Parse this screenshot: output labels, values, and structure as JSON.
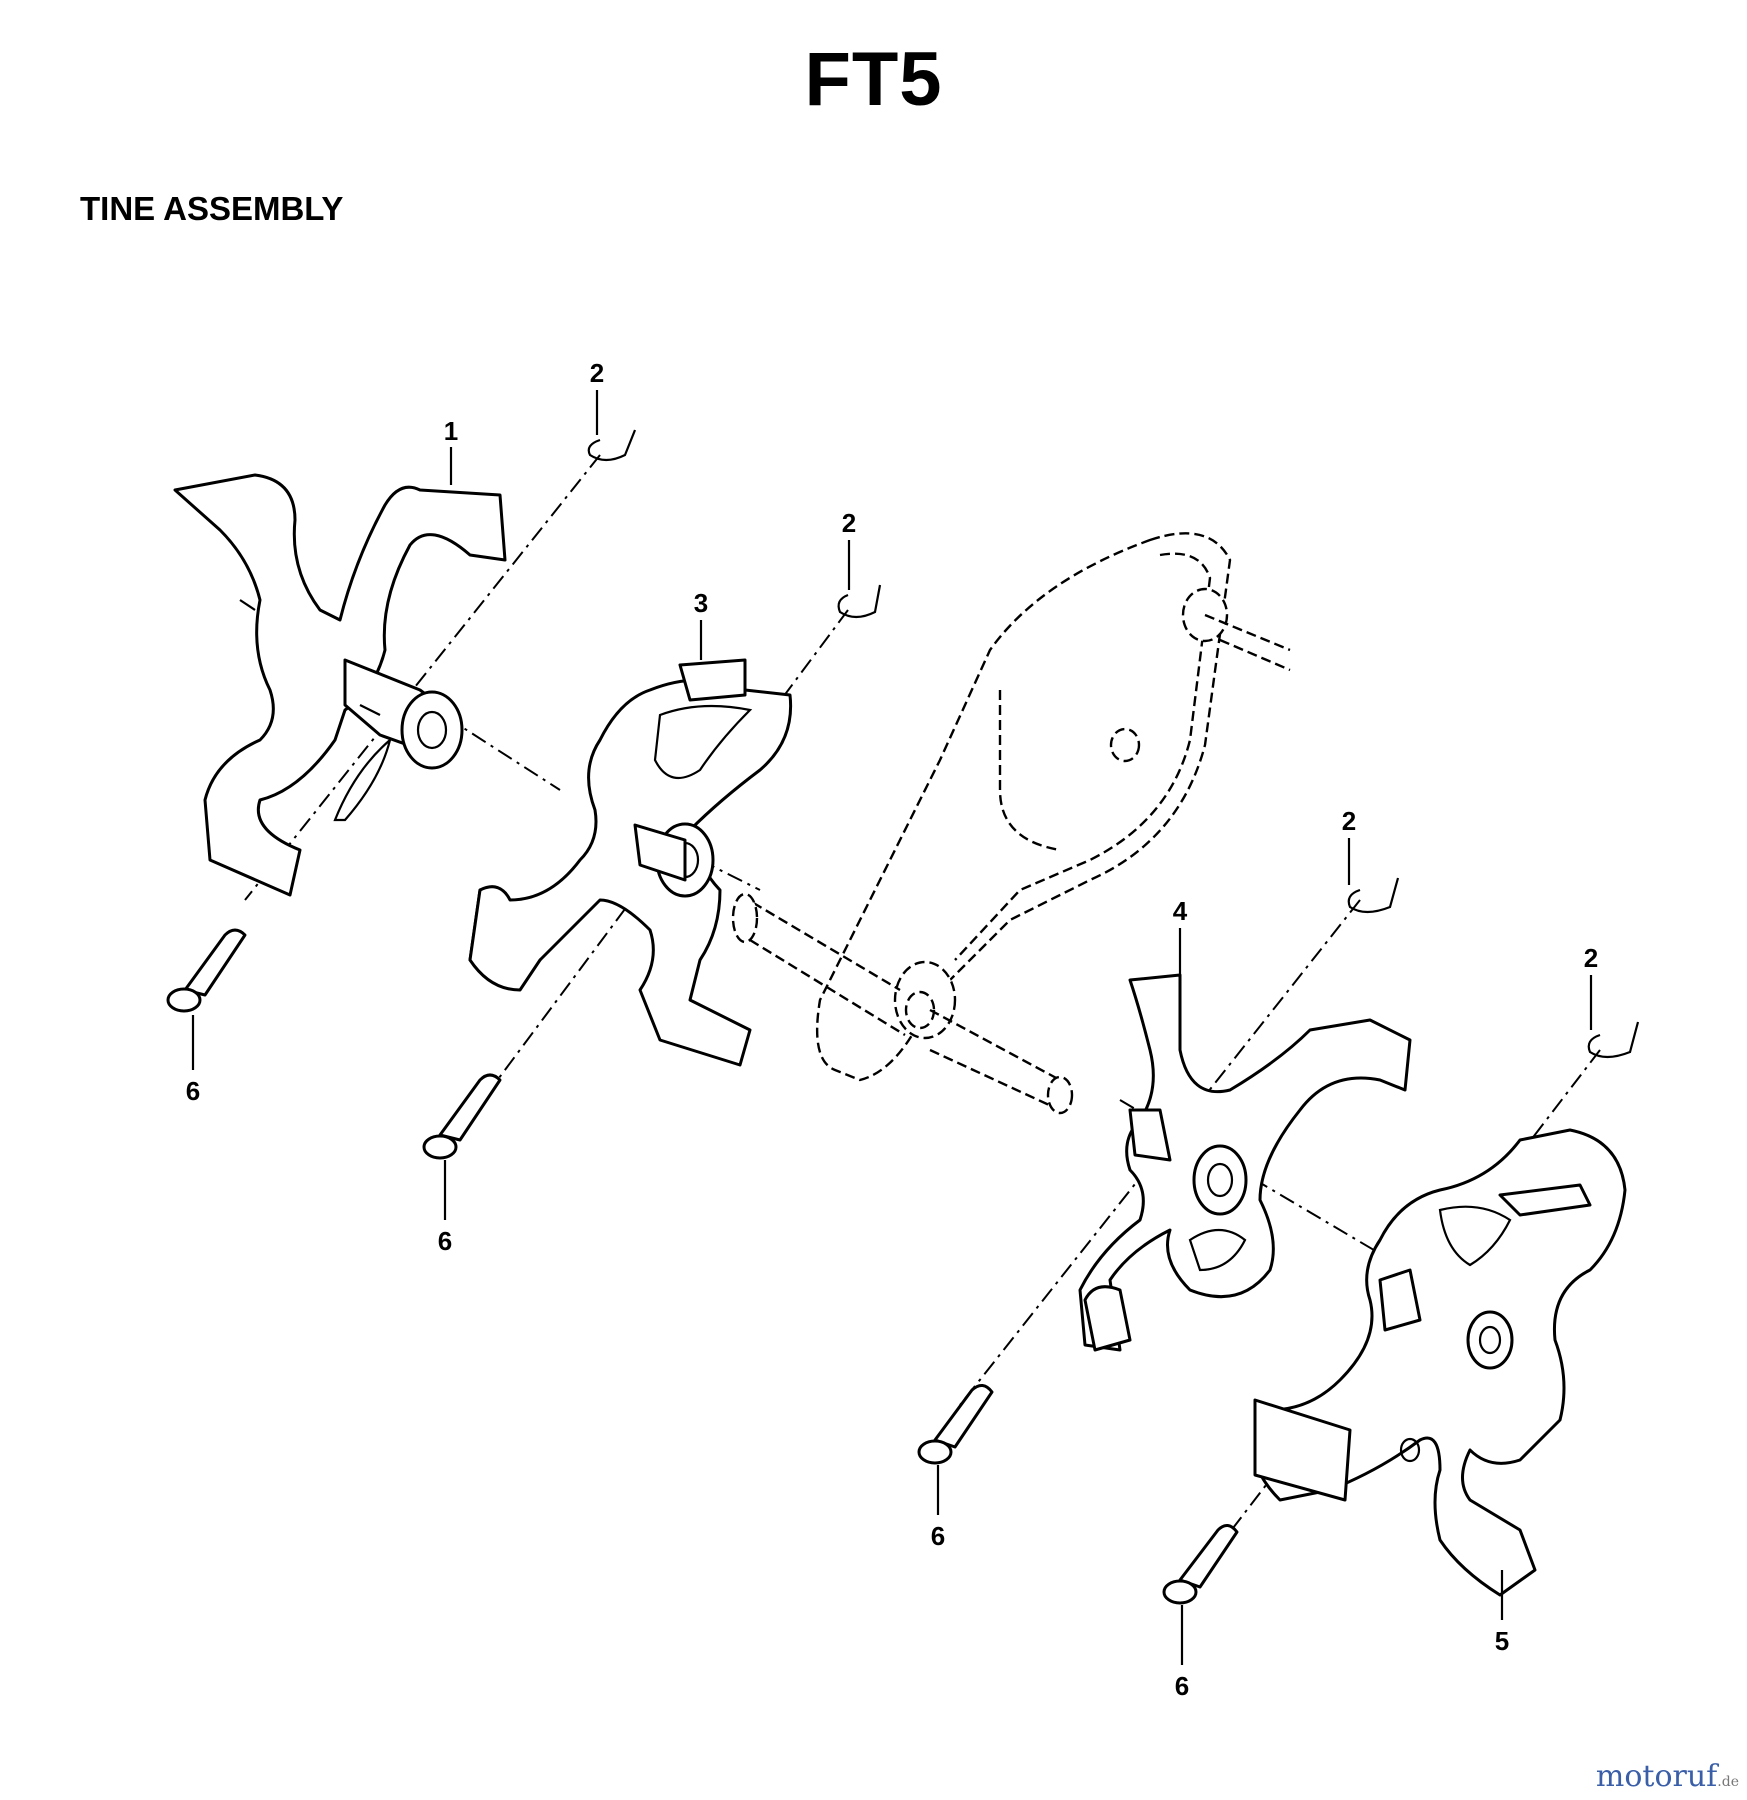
{
  "header": {
    "title": "FT5",
    "subtitle": "TINE ASSEMBLY"
  },
  "callouts": {
    "c1": "1",
    "c2": "2",
    "c3": "3",
    "c4": "4",
    "c5": "5",
    "c6": "6"
  },
  "parts": [
    {
      "id": "tine-1",
      "callout": "1"
    },
    {
      "id": "hairpin-clip",
      "callout": "2"
    },
    {
      "id": "tine-3",
      "callout": "3"
    },
    {
      "id": "tine-4",
      "callout": "4"
    },
    {
      "id": "tine-5",
      "callout": "5"
    },
    {
      "id": "clevis-pin",
      "callout": "6"
    }
  ],
  "watermark": {
    "text": "motoruf",
    "tld": ".de"
  },
  "colors": {
    "line": "#000000",
    "background": "#ffffff",
    "watermark": "#3a5fa8"
  }
}
